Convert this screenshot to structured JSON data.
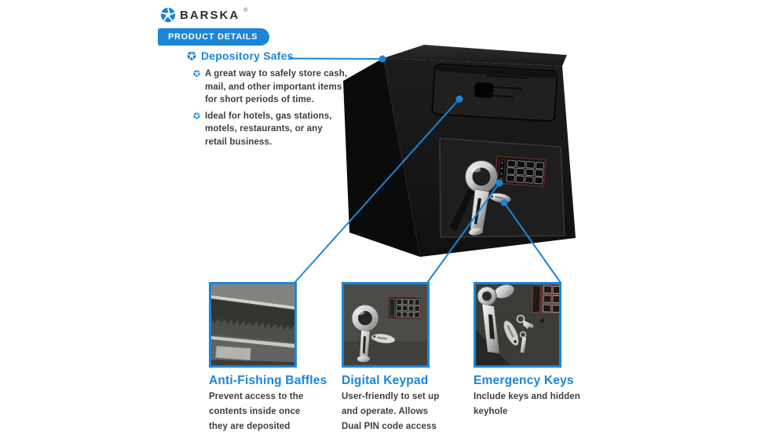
{
  "brand": {
    "name": "BARSKA",
    "trademark": "®",
    "logo_icon": "aperture-shutter-icon"
  },
  "badge": {
    "label": "PRODUCT DETAILS"
  },
  "feature": {
    "title": "Depository Safes",
    "title_icon": "aperture-bullet-icon",
    "bullets": [
      "A great way to safely store cash,\nmail, and other important items\nfor short periods of time.",
      "Ideal for hotels, gas stations,\nmotels, restaurants, or any\nretail business."
    ]
  },
  "product_image": "black-depository-safe-with-drop-drawer-digital-keypad-and-chrome-handle",
  "callouts": [
    {
      "title": "Anti-Fishing Baffles",
      "description": "Prevent access to the\ncontents inside once\nthey are deposited",
      "image": "anti-fishing-baffles-photo"
    },
    {
      "title": "Digital Keypad",
      "description": "User-friendly to set up\nand operate. Allows\nDual PIN code access",
      "image": "digital-keypad-photo"
    },
    {
      "title": "Emergency Keys",
      "description": "Include keys and hidden\nkeyhole",
      "image": "emergency-keys-photo"
    }
  ],
  "colors": {
    "accent": "#1b85d8",
    "body_text": "#3e3e3e"
  }
}
